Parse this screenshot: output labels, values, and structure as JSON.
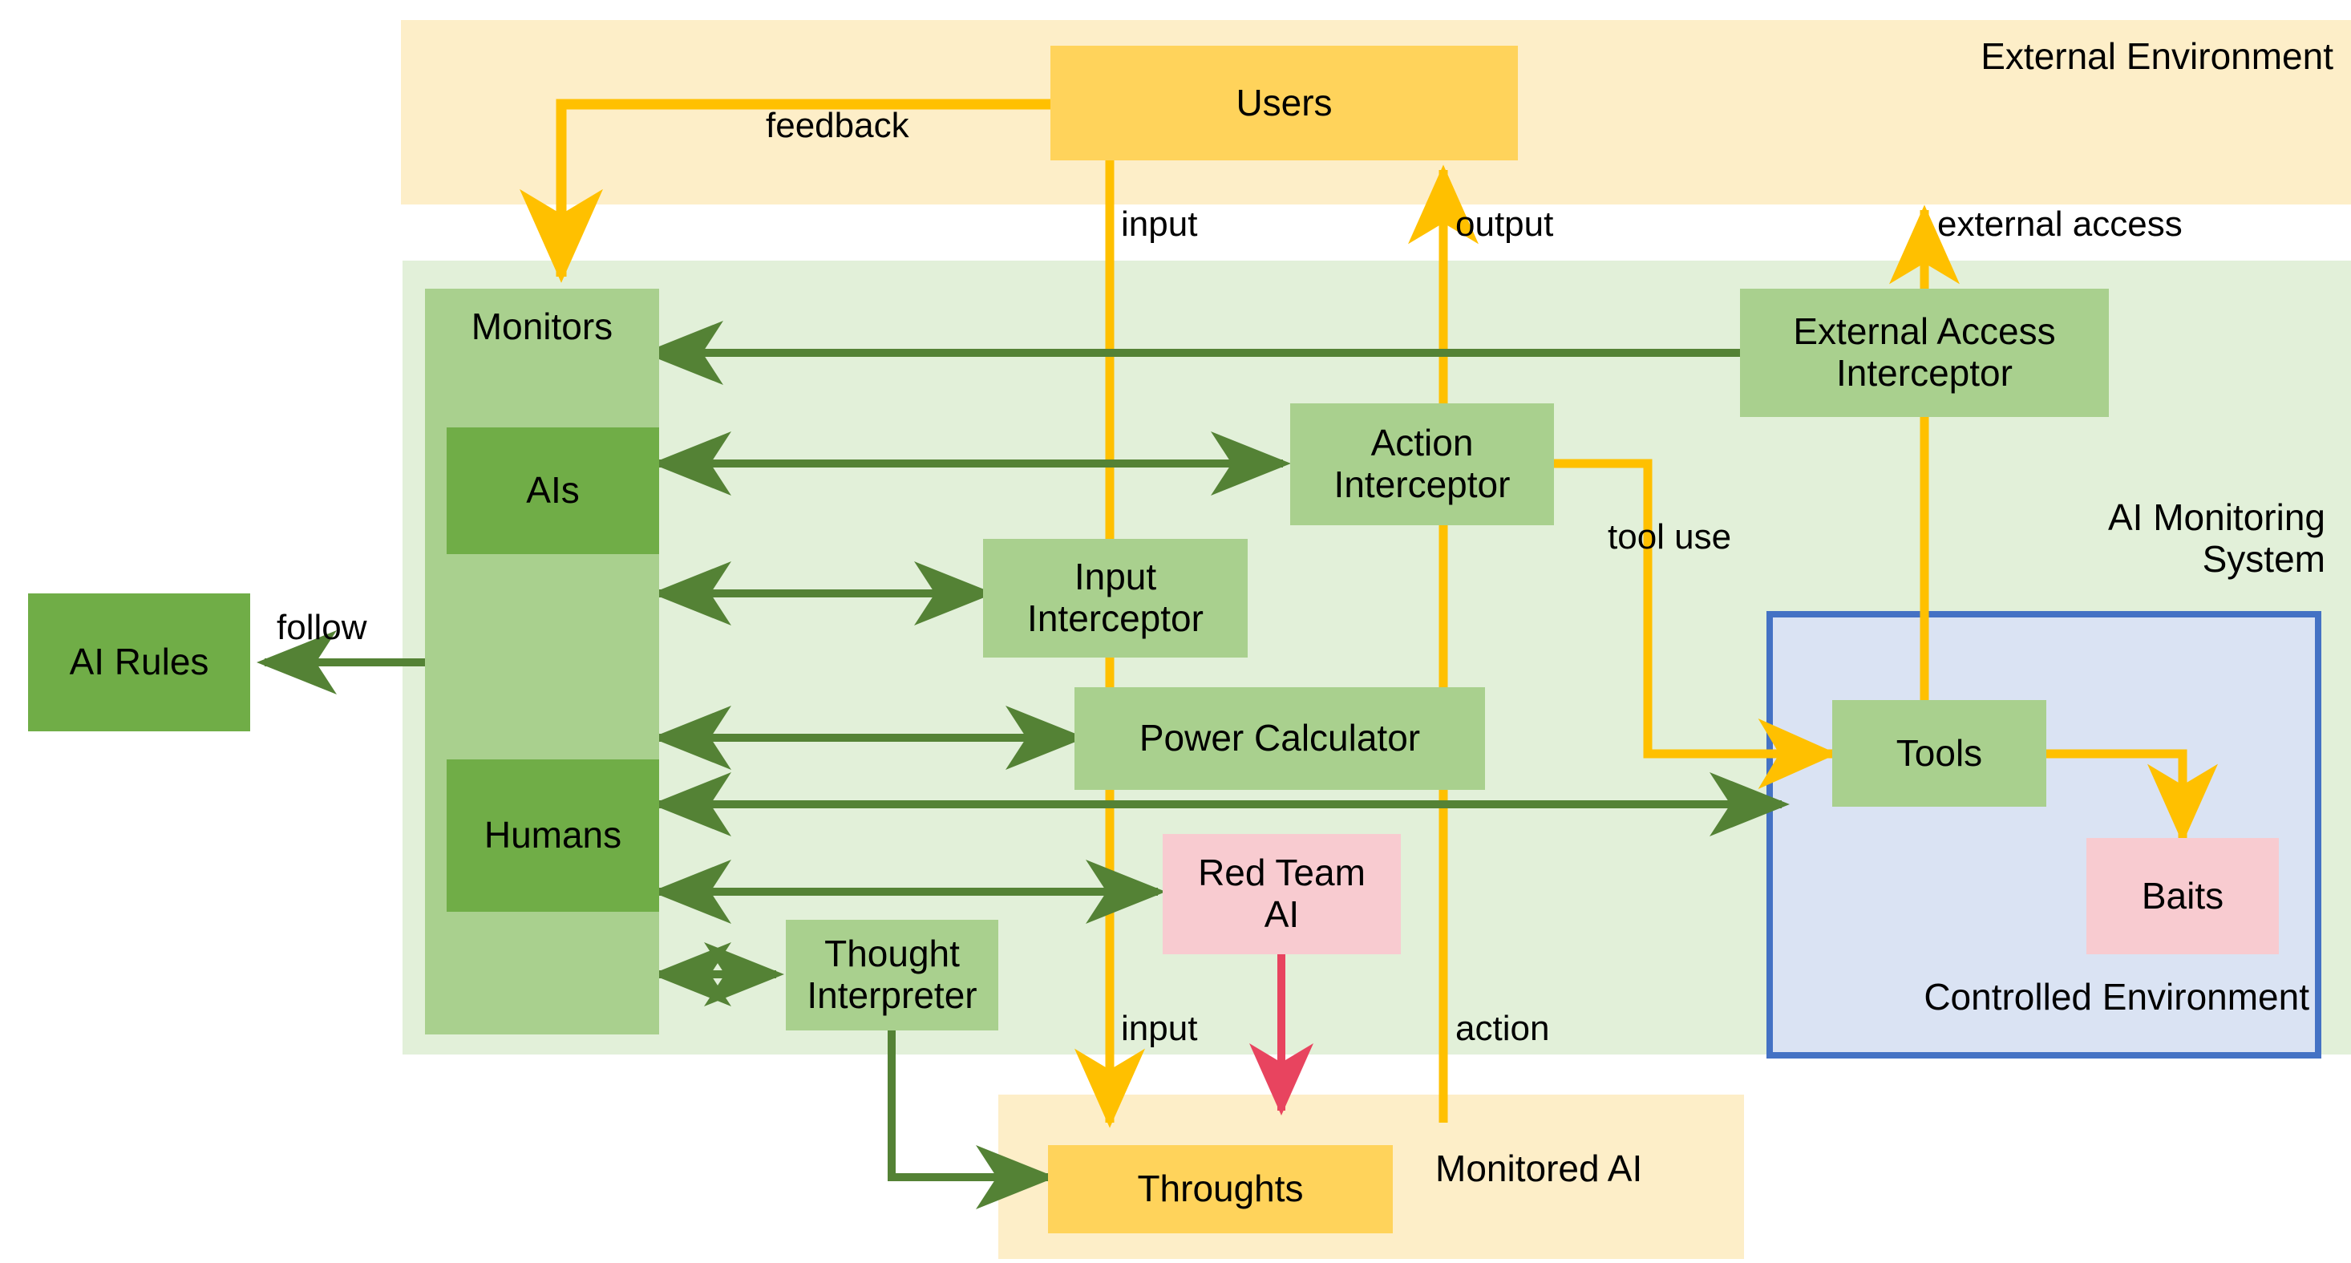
{
  "diagram": {
    "title": "AI Monitoring System architecture",
    "colors": {
      "external_env_bg": "#fdeec8",
      "monitoring_bg": "#e2f0d9",
      "controlled_bg": "#dae3f3",
      "controlled_border": "#4472c4",
      "monitors_fill": "#a9d08e",
      "node_green_dark": "#70ad47",
      "node_green_light": "#a9d08e",
      "node_yellow": "#ffd35b",
      "node_pink": "#f8cbd0",
      "arrow_green": "#548235",
      "arrow_yellow": "#ffc000",
      "arrow_red": "#e8445f"
    },
    "zones": [
      {
        "id": "external-environment",
        "label": "External Environment"
      },
      {
        "id": "ai-monitoring-system",
        "label": "AI Monitoring\nSystem"
      },
      {
        "id": "controlled-environment",
        "label": "Controlled Environment"
      },
      {
        "id": "monitored-ai",
        "label": "Monitored AI"
      }
    ],
    "nodes": [
      {
        "id": "users",
        "label": "Users"
      },
      {
        "id": "monitors",
        "label": "Monitors"
      },
      {
        "id": "ais",
        "label": "AIs"
      },
      {
        "id": "humans",
        "label": "Humans"
      },
      {
        "id": "ai-rules",
        "label": "AI Rules"
      },
      {
        "id": "external-access-interceptor",
        "label": "External Access\nInterceptor"
      },
      {
        "id": "action-interceptor",
        "label": "Action\nInterceptor"
      },
      {
        "id": "input-interceptor",
        "label": "Input\nInterceptor"
      },
      {
        "id": "power-calculator",
        "label": "Power Calculator"
      },
      {
        "id": "red-team-ai",
        "label": "Red Team\nAI"
      },
      {
        "id": "thought-interpreter",
        "label": "Thought\nInterpreter"
      },
      {
        "id": "tools",
        "label": "Tools"
      },
      {
        "id": "baits",
        "label": "Baits"
      },
      {
        "id": "throughts",
        "label": "Throughts"
      }
    ],
    "edge_labels": {
      "feedback": "feedback",
      "input_top": "input",
      "output": "output",
      "external_access": "external access",
      "follow": "follow",
      "tool_use": "tool use",
      "input_bottom": "input",
      "action": "action"
    }
  }
}
